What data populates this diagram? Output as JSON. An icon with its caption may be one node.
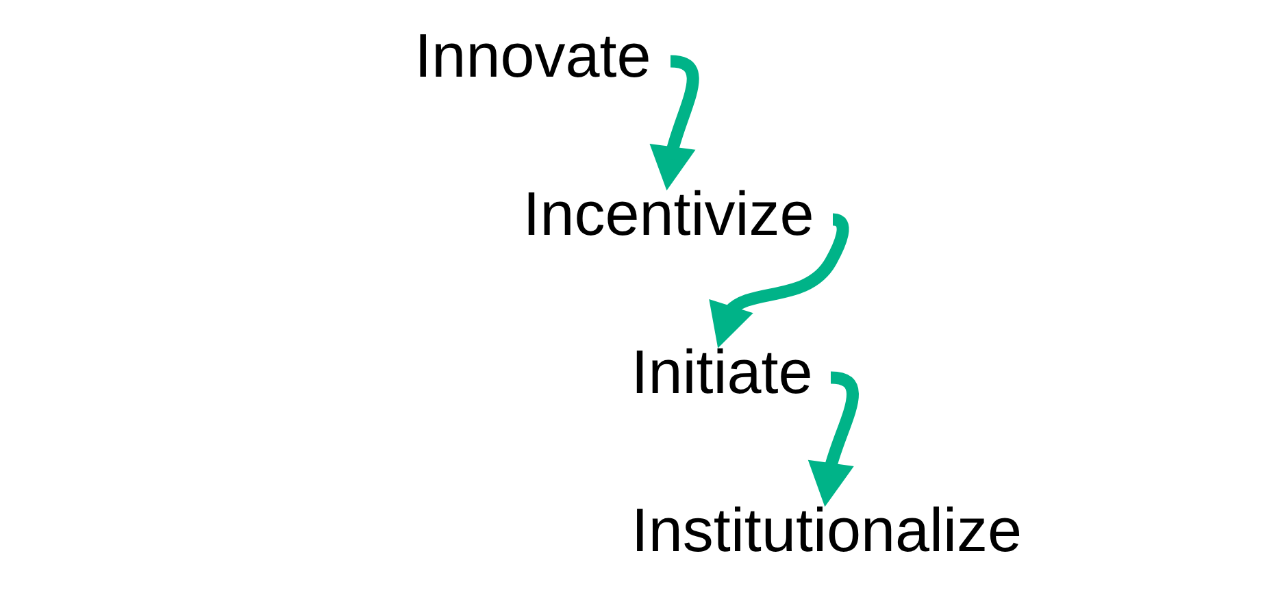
{
  "diagram": {
    "nodes": [
      {
        "text": [
          "Innovate"
        ]
      },
      {
        "text": [
          "Incentivize"
        ]
      },
      {
        "text": [
          "Initiate"
        ]
      },
      {
        "text": [
          "Institutionalize"
        ]
      }
    ],
    "edges": [
      {
        "from": 0,
        "to": 1,
        "arrow": "to"
      },
      {
        "from": 1,
        "to": 2,
        "arrow": "to"
      },
      {
        "from": 2,
        "to": 3,
        "arrow": "to"
      }
    ]
  }
}
